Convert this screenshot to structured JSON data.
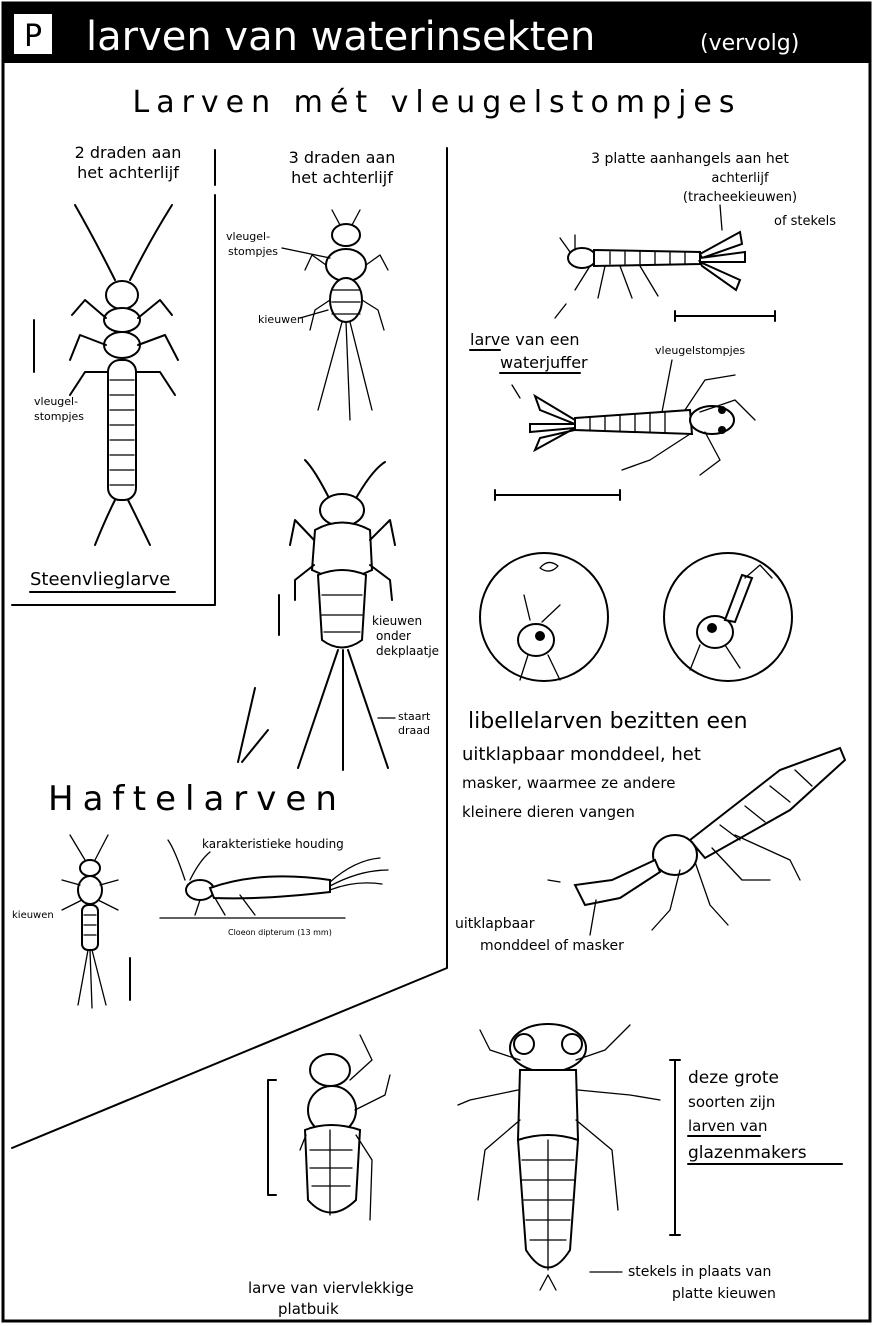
{
  "header": {
    "badge": "P",
    "title": "larven van waterinsekten",
    "title_suffix": "(vervolg)"
  },
  "subtitle": "Larven mét vleugelstompjes",
  "stonefly": {
    "top_label_1": "2 draden aan",
    "top_label_2": "het achterlijf",
    "side_label_1": "vleugel-",
    "side_label_2": "stompjes",
    "name": "Steenvlieglarve"
  },
  "mayfly": {
    "top_label_1": "3 draden aan",
    "top_label_2": "het achterlijf",
    "wing_label_1": "vleugel-",
    "wing_label_2": "stompjes",
    "gill_label": "kieuwen",
    "gill_plate_1": "kieuwen",
    "gill_plate_2": "onder",
    "gill_plate_3": "dekplaatje",
    "tail_label_1": "staart",
    "tail_label_2": "draad",
    "group_name": "Haftelarven",
    "pose_label": "karakteristieke houding",
    "small_gill_label": "kieuwen",
    "scale_note": "Cloeon dipterum (13 mm)"
  },
  "damselfly": {
    "top_label_1": "3 platte aanhangels aan het",
    "top_label_2": "achterlijf",
    "top_label_3": "(tracheekieuwen)",
    "top_label_4": "of stekels",
    "name_1": "larve van een",
    "name_2": "waterjuffer",
    "wing_label": "vleugelstompjes"
  },
  "dragonfly": {
    "text_1": "libellelarven bezitten een",
    "text_2": "uitklapbaar monddeel, het",
    "text_3": "masker, waarmee ze andere",
    "text_4": "kleinere dieren vangen",
    "mask_label_1": "uitklapbaar",
    "mask_label_2": "monddeel of masker"
  },
  "bottom": {
    "platbuk_1": "larve van viervlekkige",
    "platbuk_2": "platbuik",
    "big_1": "deze grote",
    "big_2": "soorten zijn",
    "big_3": "larven van",
    "big_4": "glazenmakers",
    "spines_1": "stekels in plaats van",
    "spines_2": "platte kieuwen"
  }
}
